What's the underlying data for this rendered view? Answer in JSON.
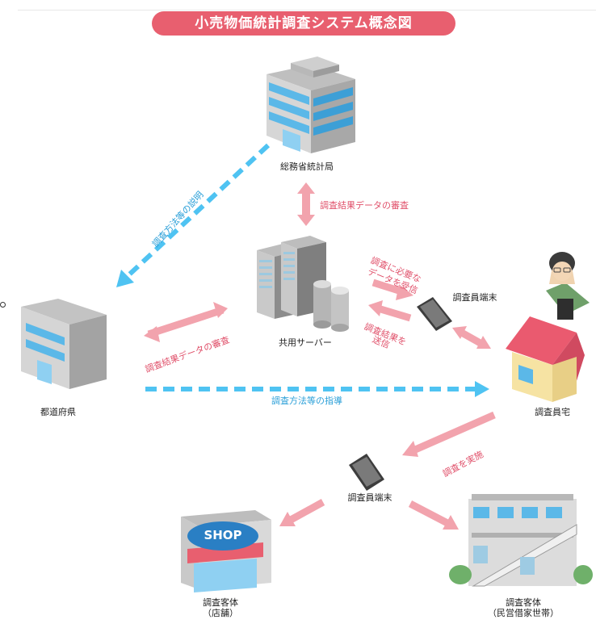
{
  "title": "小売物価統計調査システム概念図",
  "nodes": {
    "ministry": "総務省統計局",
    "server": "共用サーバー",
    "prefecture": "都道府県",
    "surveyor_home": "調査員宅",
    "surveyor_terminal_top": "調査員端末",
    "surveyor_terminal_bottom": "調査員端末",
    "shop_label": "調査客体",
    "shop_sub": "（店舗）",
    "shop_sign": "SHOP",
    "household_label": "調査客体",
    "household_sub": "（民営借家世帯）"
  },
  "flows": {
    "method_explanation": "調査方法等の説明",
    "review_ministry": "調査結果データの審査",
    "review_prefecture": "調査結果データの審査",
    "receive_line1": "調査に必要な",
    "receive_line2": "データを受信",
    "send_line1": "調査結果を",
    "send_line2": "送信",
    "guidance": "調査方法等の指導",
    "conduct": "調査を実施"
  },
  "colors": {
    "pink_arrow": "#f2a3ad",
    "pink_text": "#e0506a",
    "blue_arrow": "#4fc3f2",
    "blue_text": "#2a9fd8",
    "title_bg": "#e85f6f"
  }
}
